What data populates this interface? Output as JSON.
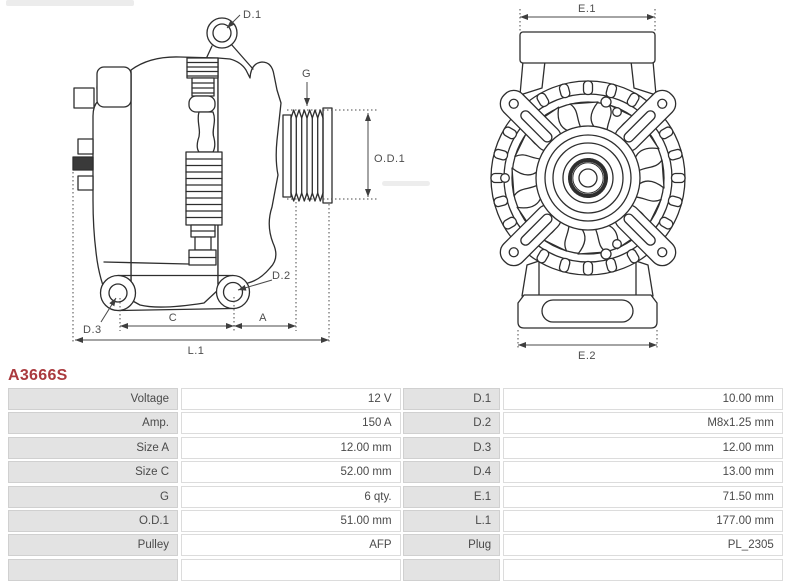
{
  "title": "A3666S",
  "colors": {
    "title_red": "#aa3a3e",
    "line": "#2e2e2e",
    "dim_text": "#4d4d4d",
    "label_cell_bg": "#e3e3e3",
    "value_cell_bg": "#ffffff",
    "cell_border": "#d0d0d0"
  },
  "diagram": {
    "side": {
      "d1": "D.1",
      "g": "G",
      "od1": "O.D.1",
      "d2": "D.2",
      "d3": "D.3",
      "c": "C",
      "a": "A",
      "l1": "L.1"
    },
    "front": {
      "e1": "E.1",
      "e2": "E.2"
    }
  },
  "table": {
    "rows": [
      {
        "l1": "Voltage",
        "v1": "12 V",
        "l2": "D.1",
        "v2": "10.00 mm"
      },
      {
        "l1": "Amp.",
        "v1": "150 A",
        "l2": "D.2",
        "v2": "M8x1.25 mm"
      },
      {
        "l1": "Size A",
        "v1": "12.00 mm",
        "l2": "D.3",
        "v2": "12.00 mm"
      },
      {
        "l1": "Size C",
        "v1": "52.00 mm",
        "l2": "D.4",
        "v2": "13.00 mm"
      },
      {
        "l1": "G",
        "v1": "6 qty.",
        "l2": "E.1",
        "v2": "71.50 mm"
      },
      {
        "l1": "O.D.1",
        "v1": "51.00 mm",
        "l2": "L.1",
        "v2": "177.00 mm"
      },
      {
        "l1": "Pulley",
        "v1": "AFP",
        "l2": "Plug",
        "v2": "PL_2305"
      }
    ]
  }
}
